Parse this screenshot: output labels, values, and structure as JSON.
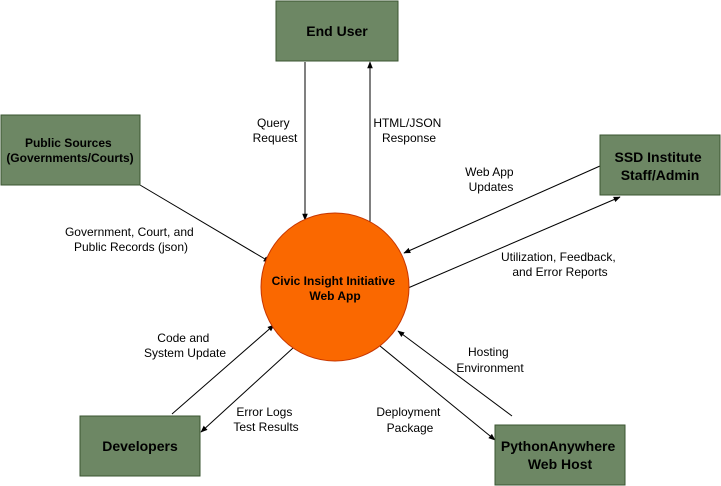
{
  "nodes": {
    "end_user": [
      "End User"
    ],
    "public_sources": [
      "Public Sources",
      "(Governments/Courts)"
    ],
    "ssd_staff": [
      "SSD Institute",
      "Staff/Admin"
    ],
    "developers": [
      "Developers"
    ],
    "pythonanywhere": [
      "PythonAnywhere",
      "Web Host"
    ],
    "web_app": [
      "Civic Insight Initiative",
      "Web App"
    ]
  },
  "edges": {
    "query_request": [
      "Query",
      "Request"
    ],
    "html_json_response": [
      "HTML/JSON",
      "Response"
    ],
    "public_records": [
      "Government, Court, and",
      "Public Records (json)"
    ],
    "web_app_updates": [
      "Web App",
      "Updates"
    ],
    "utilization_reports": [
      "Utilization, Feedback,",
      "and Error Reports"
    ],
    "code_system_update": [
      "Code and",
      "System Update"
    ],
    "error_logs": [
      "Error Logs",
      "Test Results"
    ],
    "deployment_package": [
      "Deployment",
      "Package"
    ],
    "hosting_environment": [
      "Hosting",
      "Environment"
    ]
  },
  "colors": {
    "node_fill": "#6d8764",
    "node_stroke": "#3a5431",
    "hub_fill": "#fa6800",
    "hub_stroke": "#c73500",
    "line": "#000000"
  }
}
